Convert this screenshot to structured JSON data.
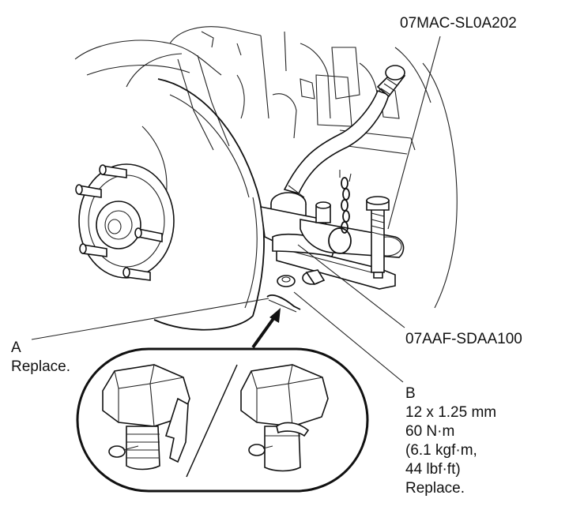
{
  "labels": {
    "tool_top": "07MAC-SL0A202",
    "tool_right": "07AAF-SDAA100",
    "part_a_letter": "A",
    "part_a_note": "Replace.",
    "part_b_letter": "B",
    "part_b_spec_1": "12 x 1.25 mm",
    "part_b_spec_2": "60 N·m",
    "part_b_spec_3": "(6.1 kgf·m,",
    "part_b_spec_4": "44 lbf·ft)",
    "part_b_note": "Replace."
  }
}
